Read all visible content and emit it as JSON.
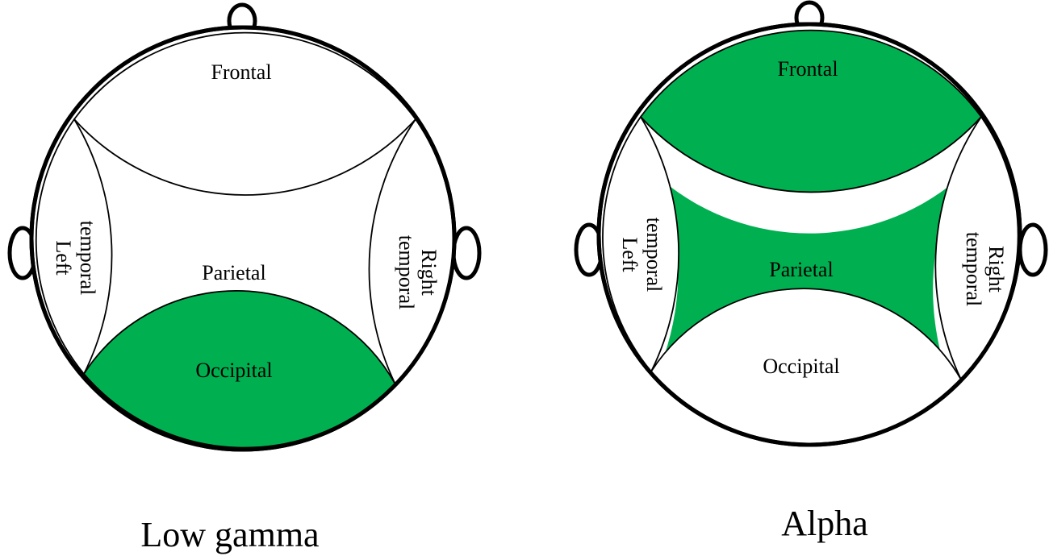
{
  "highlight_color": "#00b050",
  "outline_color": "#000000",
  "panels": [
    {
      "caption": "Low gamma",
      "highlighted_regions": [
        "occipital"
      ],
      "labels": {
        "frontal": "Frontal",
        "parietal": "Parietal",
        "occipital": "Occipital",
        "left_temporal_line1": "Left",
        "left_temporal_line2": "temporal",
        "right_temporal_line1": "Right",
        "right_temporal_line2": "temporal"
      }
    },
    {
      "caption": "Alpha",
      "highlighted_regions": [
        "frontal",
        "parietal"
      ],
      "labels": {
        "frontal": "Frontal",
        "parietal": "Parietal",
        "occipital": "Occipital",
        "left_temporal_line1": "Left",
        "left_temporal_line2": "temporal",
        "right_temporal_line1": "Right",
        "right_temporal_line2": "temporal"
      }
    }
  ]
}
